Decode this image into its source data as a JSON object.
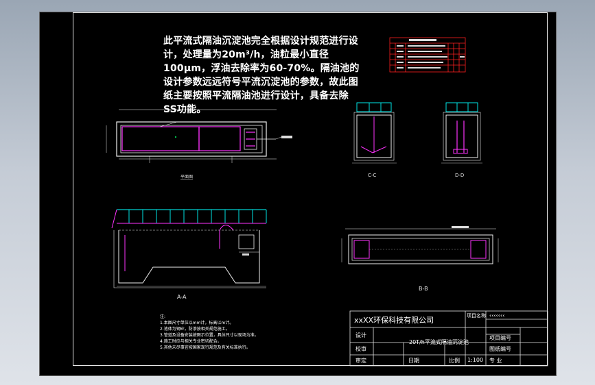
{
  "description_lines": [
    "此平流式隔油沉淀池完全根据设计规范进行设",
    "计，处理量为20m³/h，油粒最小直径",
    "100μm，浮油去除率为60-70%。隔油池的",
    "设计参数远远符号平流沉淀池的参数，故此图",
    "纸主要按照平流隔油池进行设计，具备去除",
    "SS功能。"
  ],
  "views": {
    "plan_label": "平面图",
    "section_aa": "A-A",
    "section_bb": "B-B",
    "section_cc": "C-C",
    "section_dd": "D-D"
  },
  "notes": {
    "title": "注:",
    "lines": [
      "1.本图尺寸单位以mm计，标高以m计。",
      "2.池体为钢砼，防渗按相关规范施工。",
      "3.管道及设备安装按图示位置，具体尺寸以现场为准。",
      "4.施工时应与相关专业密切配合。",
      "5.其他未尽事宜按国家现行规范及有关标准执行。"
    ]
  },
  "title_block": {
    "company": "xxXX环保科技有限公司",
    "project_name_label": "项目名称",
    "project_name_value": "‹‹‹‹‹‹‹",
    "design_label": "设计",
    "check_label": "校审",
    "approve_label": "审定",
    "drawing_title": "20T/h平流式隔油沉淀池",
    "project_no_label": "项目编号",
    "drawing_no_label": "图纸编号",
    "date_label": "日期",
    "scale_label": "比例",
    "scale_value": "1:100",
    "discipline_label": "专  业"
  },
  "colors": {
    "background": "#000000",
    "frame": "#e8e8e8",
    "structure": "#f0f0f0",
    "piping": "#ff33ff",
    "water_level": "#00ffff",
    "dimension": "#f0f0f0",
    "table_border": "#ff2020"
  }
}
